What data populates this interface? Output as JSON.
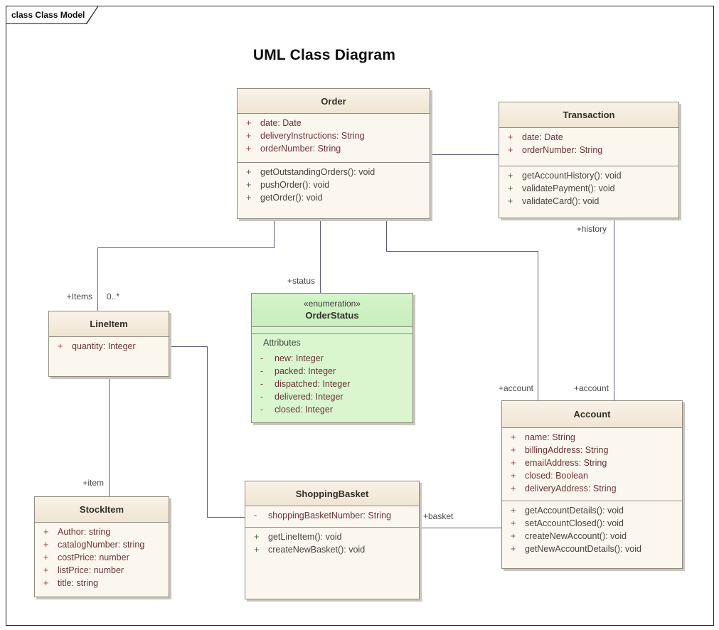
{
  "frame": {
    "tab_label": "class Class Model"
  },
  "title": "UML Class Diagram",
  "colors": {
    "box_fill": "#fbf6ee",
    "box_header": "#f3ead9",
    "box_border": "#8f8b80",
    "enum_fill": "#d9f6cf",
    "connector": "#5c5e74",
    "attribute_text": "#6a3535",
    "operation_text": "#4a463c"
  },
  "classes": {
    "order": {
      "name": "Order",
      "attributes": [
        {
          "vis": "+",
          "text": "date: Date"
        },
        {
          "vis": "+",
          "text": "deliveryInstructions: String"
        },
        {
          "vis": "+",
          "text": "orderNumber: String"
        }
      ],
      "operations": [
        {
          "vis": "+",
          "text": "getOutstandingOrders(): void"
        },
        {
          "vis": "+",
          "text": "pushOrder(): void"
        },
        {
          "vis": "+",
          "text": "getOrder(): void"
        }
      ]
    },
    "transaction": {
      "name": "Transaction",
      "attributes": [
        {
          "vis": "+",
          "text": "date: Date"
        },
        {
          "vis": "+",
          "text": "orderNumber: String"
        }
      ],
      "operations": [
        {
          "vis": "+",
          "text": "getAccountHistory(): void"
        },
        {
          "vis": "+",
          "text": "validatePayment(): void"
        },
        {
          "vis": "+",
          "text": "validateCard(): void"
        }
      ]
    },
    "orderstatus": {
      "stereotype": "«enumeration»",
      "name": "OrderStatus",
      "section_label": "Attributes",
      "attributes": [
        {
          "vis": "-",
          "text": "new: Integer"
        },
        {
          "vis": "-",
          "text": "packed: Integer"
        },
        {
          "vis": "-",
          "text": "dispatched: Integer"
        },
        {
          "vis": "-",
          "text": "delivered: Integer"
        },
        {
          "vis": "-",
          "text": "closed: Integer"
        }
      ]
    },
    "lineitem": {
      "name": "LineItem",
      "attributes": [
        {
          "vis": "+",
          "text": "quantity: Integer"
        }
      ]
    },
    "stockitem": {
      "name": "StockItem",
      "attributes": [
        {
          "vis": "+",
          "text": "Author: string"
        },
        {
          "vis": "+",
          "text": "catalogNumber: string"
        },
        {
          "vis": "+",
          "text": "costPrice: number"
        },
        {
          "vis": "+",
          "text": "listPrice: number"
        },
        {
          "vis": "+",
          "text": "title: string"
        }
      ]
    },
    "shoppingbasket": {
      "name": "ShoppingBasket",
      "attributes": [
        {
          "vis": "-",
          "text": "shoppingBasketNumber: String"
        }
      ],
      "operations": [
        {
          "vis": "+",
          "text": "getLineItem(): void"
        },
        {
          "vis": "+",
          "text": "createNewBasket(): void"
        }
      ]
    },
    "account": {
      "name": "Account",
      "attributes": [
        {
          "vis": "+",
          "text": "name: String"
        },
        {
          "vis": "+",
          "text": "billingAddress: String"
        },
        {
          "vis": "+",
          "text": "emailAddress: String"
        },
        {
          "vis": "+",
          "text": "closed: Boolean"
        },
        {
          "vis": "+",
          "text": "deliveryAddress: String"
        }
      ],
      "operations": [
        {
          "vis": "+",
          "text": "getAccountDetails(): void"
        },
        {
          "vis": "+",
          "text": "setAccountClosed(): void"
        },
        {
          "vis": "+",
          "text": "createNewAccount(): void"
        },
        {
          "vis": "+",
          "text": "getNewAccountDetails(): void"
        }
      ]
    }
  },
  "connector_labels": {
    "items": "+Items",
    "items_mult": "0..*",
    "status": "+status",
    "history": "+history",
    "account_left": "+account",
    "account_right": "+account",
    "item": "+item",
    "basket": "+basket"
  }
}
